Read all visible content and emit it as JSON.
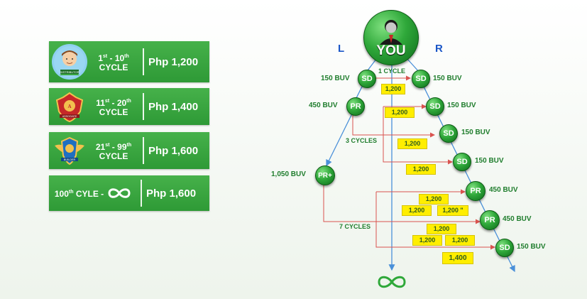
{
  "tiers": [
    {
      "cycle_a": "1",
      "cycle_a_sup": "st",
      "cycle_sep": " - ",
      "cycle_b": "10",
      "cycle_b_sup": "th",
      "cycle_word": "CYCLE",
      "amount": "Php 1,200",
      "badge_icon": "distributor-boy-icon",
      "badge_caption": "DISTRIBUTOR"
    },
    {
      "cycle_a": "11",
      "cycle_a_sup": "st",
      "cycle_sep": " - ",
      "cycle_b": "20",
      "cycle_b_sup": "th",
      "cycle_word": "CYCLE",
      "amount": "Php 1,400",
      "badge_icon": "associate-shield-icon",
      "badge_caption": "ASSOCIATE"
    },
    {
      "cycle_a": "21",
      "cycle_a_sup": "st",
      "cycle_sep": " - ",
      "cycle_b": "99",
      "cycle_b_sup": "th",
      "cycle_word": "CYCLE",
      "amount": "Php 1,600",
      "badge_icon": "builder-wings-icon",
      "badge_caption": "BUILDER"
    }
  ],
  "tier_last": {
    "num": "100",
    "sup": "th",
    "label": " CYLE - ",
    "amount": "Php 1,600",
    "infinity_icon": "infinity-icon"
  },
  "diagram": {
    "you": "YOU",
    "left_label": "L",
    "right_label": "R",
    "nodes": [
      {
        "id": "sd_l1",
        "text": "SD",
        "buv": "150 BUV"
      },
      {
        "id": "pr_l2",
        "text": "PR",
        "buv": "450 BUV"
      },
      {
        "id": "prplus_l3",
        "text": "PR+",
        "buv": "1,050 BUV"
      },
      {
        "id": "sd_r1",
        "text": "SD",
        "buv": "150 BUV"
      },
      {
        "id": "sd_r2",
        "text": "SD",
        "buv": "150 BUV"
      },
      {
        "id": "sd_r3",
        "text": "SD",
        "buv": "150 BUV"
      },
      {
        "id": "sd_r4",
        "text": "SD",
        "buv": "150 BUV"
      },
      {
        "id": "pr_r5",
        "text": "PR",
        "buv": "450 BUV"
      },
      {
        "id": "pr_r6",
        "text": "PR",
        "buv": "450 BUV"
      },
      {
        "id": "sd_r7",
        "text": "SD",
        "buv": "150 BUV"
      }
    ],
    "cycle_labels": {
      "one": "1 CYCLE",
      "three": "3 CYCLES",
      "seven": "7 CYCLES"
    },
    "payouts": [
      "1,200",
      "1,200",
      "1,200",
      "1,200",
      "1,200",
      "1,200",
      "1,200 \"",
      "1,200",
      "1,200",
      "1,200",
      "1,400"
    ],
    "infinity_icon": "infinity-icon"
  },
  "colors": {
    "tier_green": "#3aa843",
    "node_green": "#2fa83a",
    "payout_yellow": "#ffee00",
    "arrow_red": "#d9534f",
    "arrow_blue": "#4a90d9",
    "lr_blue": "#1a56c7"
  }
}
